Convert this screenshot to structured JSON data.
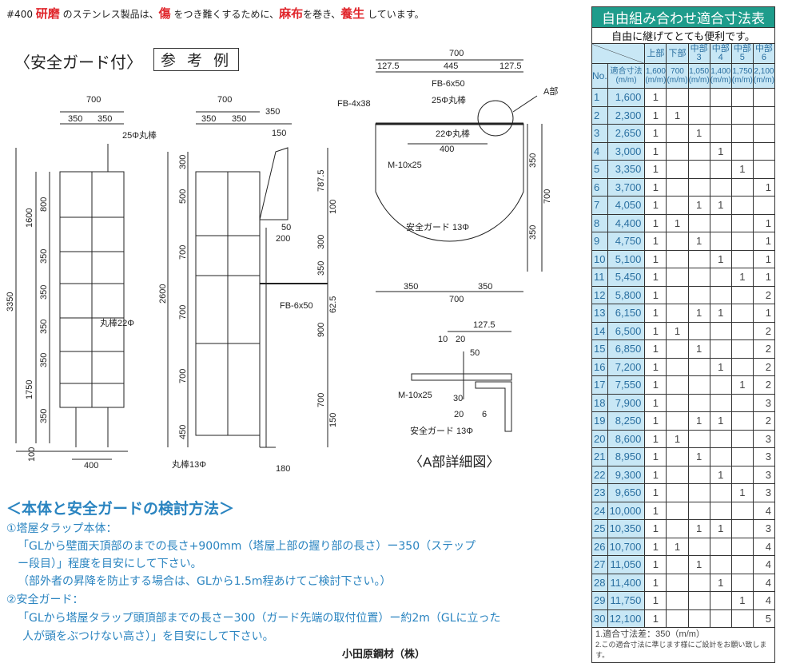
{
  "note": {
    "p1": "#400 ",
    "w1": "研磨",
    "p2": " のステンレス製品は、",
    "w2": "傷",
    "p3": " をつき難くするために、",
    "w3": "麻布",
    "p4": "を巻き、",
    "w5": "養生",
    "p5": " しています。"
  },
  "guard_title": "〈安全ガード付〉",
  "reference": "参 考 例",
  "labels": {
    "e1": "700",
    "e2": "350",
    "e3": "350",
    "e4": "25Φ丸棒",
    "e5": "3350",
    "e6": "1600",
    "e7": "1750",
    "e8": "800",
    "e9": "350",
    "e10": "350",
    "e11": "350",
    "e12": "350",
    "e13": "350",
    "e14": "丸棒22Φ",
    "e15": "100",
    "e16": "400",
    "s1": "700",
    "s2": "350",
    "s3": "350",
    "s4": "350",
    "s5": "150",
    "s6": "300",
    "s7": "500",
    "s8": "700",
    "s9": "2600",
    "s10": "700",
    "s11": "700",
    "s12": "450",
    "s13": "787.5",
    "s14": "100",
    "s15": "50",
    "s16": "200",
    "s17": "300",
    "s18": "350",
    "s19": "FB-6x50",
    "s20": "62.5",
    "s21": "900",
    "s22": "700",
    "s23": "150",
    "s24": "丸棒13Φ",
    "s25": "180",
    "p1": "700",
    "p2": "127.5",
    "p3": "445",
    "p4": "127.5",
    "p5": "FB-6x50",
    "p6": "A部",
    "p7": "FB-4x38",
    "p8": "25Φ丸棒",
    "p9": "22Φ丸棒",
    "p10": "400",
    "p11": "M-10x25",
    "p12": "350",
    "p13": "700",
    "p14": "350",
    "p15": "安全ガード 13Φ",
    "p16": "350",
    "p17": "350",
    "p18": "700",
    "d1": "127.5",
    "d2": "10",
    "d3": "20",
    "d4": "50",
    "d5": "M-10x25",
    "d6": "30",
    "d7": "20",
    "d8": "6",
    "d9": "安全ガード 13Φ",
    "d10": "〈A部詳細図〉"
  },
  "method": {
    "title": "＜本体と安全ガードの検討方法＞",
    "l1": "①塔屋タラップ本体：",
    "l2": "「GLから壁面天頂部のまでの長さ+900mm（塔屋上部の握り部の長さ）ー350（ステップ",
    "l3": "ー段目）」程度を目安にして下さい。",
    "l4": "（部外者の昇降を防止する場合は、GLから1.5m程あけてご検討下さい。）",
    "l5": "②安全ガード：",
    "l6": "「GLから塔屋タラップ頭頂部までの長さー300（ガード先端の取付位置）ー約2m（GLに立った",
    "l7": "人が頭をぶつけない高さ）」を目安にして下さい。"
  },
  "company": "小田原鋼材（株）",
  "table": {
    "title": "自由組み合わせ適合寸法表",
    "subtitle": "自由に継げてとても便利です。",
    "groups": [
      "上部",
      "下部",
      "中部3",
      "中部4",
      "中部5",
      "中部6"
    ],
    "no_label": "No.",
    "size_label": "適合寸法",
    "unit": "(m/m)",
    "lengths": [
      "1,600",
      "700",
      "1,050",
      "1,400",
      "1,750",
      "2,100"
    ],
    "rows": [
      [
        "1",
        "1,600",
        "1",
        "",
        "",
        "",
        "",
        ""
      ],
      [
        "2",
        "2,300",
        "1",
        "1",
        "",
        "",
        "",
        ""
      ],
      [
        "3",
        "2,650",
        "1",
        "",
        "1",
        "",
        "",
        ""
      ],
      [
        "4",
        "3,000",
        "1",
        "",
        "",
        "1",
        "",
        ""
      ],
      [
        "5",
        "3,350",
        "1",
        "",
        "",
        "",
        "1",
        ""
      ],
      [
        "6",
        "3,700",
        "1",
        "",
        "",
        "",
        "",
        "1"
      ],
      [
        "7",
        "4,050",
        "1",
        "",
        "1",
        "1",
        "",
        ""
      ],
      [
        "8",
        "4,400",
        "1",
        "1",
        "",
        "",
        "",
        "1"
      ],
      [
        "9",
        "4,750",
        "1",
        "",
        "1",
        "",
        "",
        "1"
      ],
      [
        "10",
        "5,100",
        "1",
        "",
        "",
        "1",
        "",
        "1"
      ],
      [
        "11",
        "5,450",
        "1",
        "",
        "",
        "",
        "1",
        "1"
      ],
      [
        "12",
        "5,800",
        "1",
        "",
        "",
        "",
        "",
        "2"
      ],
      [
        "13",
        "6,150",
        "1",
        "",
        "1",
        "1",
        "",
        "1"
      ],
      [
        "14",
        "6,500",
        "1",
        "1",
        "",
        "",
        "",
        "2"
      ],
      [
        "15",
        "6,850",
        "1",
        "",
        "1",
        "",
        "",
        "2"
      ],
      [
        "16",
        "7,200",
        "1",
        "",
        "",
        "1",
        "",
        "2"
      ],
      [
        "17",
        "7,550",
        "1",
        "",
        "",
        "",
        "1",
        "2"
      ],
      [
        "18",
        "7,900",
        "1",
        "",
        "",
        "",
        "",
        "3"
      ],
      [
        "19",
        "8,250",
        "1",
        "",
        "1",
        "1",
        "",
        "2"
      ],
      [
        "20",
        "8,600",
        "1",
        "1",
        "",
        "",
        "",
        "3"
      ],
      [
        "21",
        "8,950",
        "1",
        "",
        "1",
        "",
        "",
        "3"
      ],
      [
        "22",
        "9,300",
        "1",
        "",
        "",
        "1",
        "",
        "3"
      ],
      [
        "23",
        "9,650",
        "1",
        "",
        "",
        "",
        "1",
        "3"
      ],
      [
        "24",
        "10,000",
        "1",
        "",
        "",
        "",
        "",
        "4"
      ],
      [
        "25",
        "10,350",
        "1",
        "",
        "1",
        "1",
        "",
        "3"
      ],
      [
        "26",
        "10,700",
        "1",
        "1",
        "",
        "",
        "",
        "4"
      ],
      [
        "27",
        "11,050",
        "1",
        "",
        "1",
        "",
        "",
        "4"
      ],
      [
        "28",
        "11,400",
        "1",
        "",
        "",
        "1",
        "",
        "4"
      ],
      [
        "29",
        "11,750",
        "1",
        "",
        "",
        "",
        "1",
        "4"
      ],
      [
        "30",
        "12,100",
        "1",
        "",
        "",
        "",
        "",
        "5"
      ]
    ],
    "foot1": "1.適合寸法差：350（m/m）",
    "foot2": "2.この適合寸法に準じます様にご設計をお願い致します。"
  },
  "colors": {
    "accent_red": "#e0252b",
    "teal": "#1e9c8b",
    "blue_text": "#2a84c0",
    "light_blue": "#c8e7f5"
  }
}
